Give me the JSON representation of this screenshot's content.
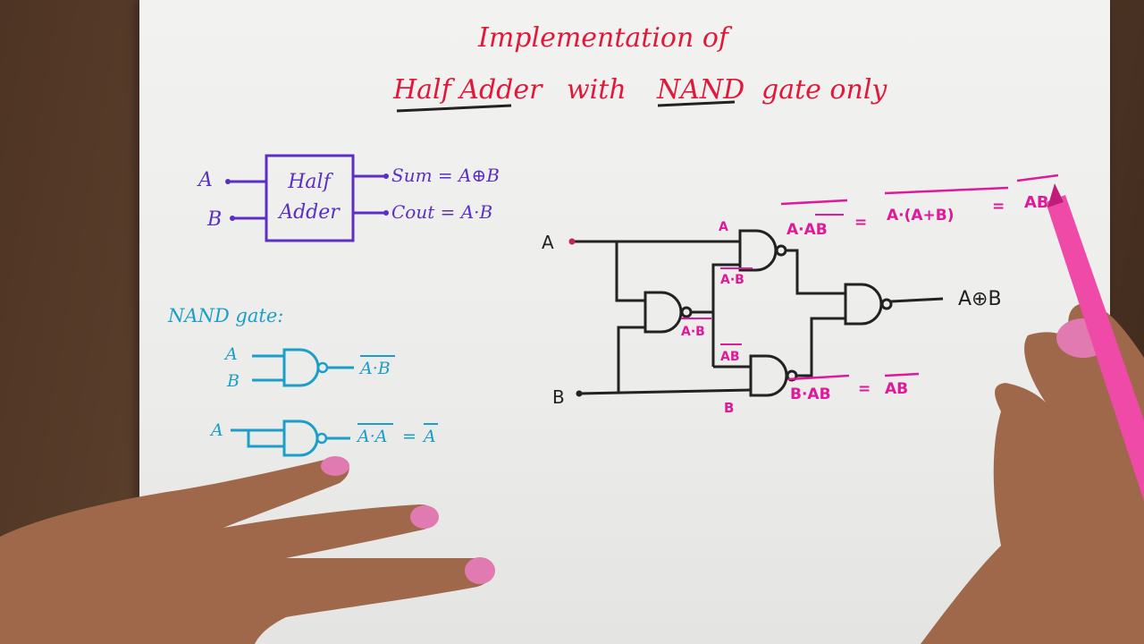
{
  "title": {
    "line1": "Implementation of",
    "line2_part1": "Half Adder",
    "line2_part2": "with",
    "line2_part3": "NAND",
    "line2_part4": "gate only"
  },
  "block": {
    "input_a": "A",
    "input_b": "B",
    "box_line1": "Half",
    "box_line2": "Adder",
    "sum": "Sum = A⊕B",
    "carry": "Cout = A·B"
  },
  "nand_section": {
    "heading": "NAND gate:",
    "ex1_a": "A",
    "ex1_b": "B",
    "ex1_out": "A·B",
    "ex2_in": "A",
    "ex2_out_left": "A·A",
    "ex2_out_eq": "=",
    "ex2_out_right": "A"
  },
  "circuit": {
    "input_a": "A",
    "input_b": "B",
    "top_gate_in_a": "A",
    "top_gate_in_ab": "A·B",
    "first_gate_out": "A·B",
    "bottom_gate_in_ab": "AB",
    "bottom_gate_in_b": "B",
    "output": "A⊕B",
    "top_expr_1": "A·AB",
    "top_expr_eq1": "=",
    "top_expr_2": "A·(A+B)",
    "top_expr_eq2": "=",
    "top_expr_3": "AB",
    "bottom_expr_1": "B·AB",
    "bottom_expr_eq": "=",
    "bottom_expr_2": "AB"
  },
  "colors": {
    "title": "#e0193a",
    "block_diagram": "#5a2fc4",
    "nand_examples": "#1b9ec9",
    "annotations": "#e0199a",
    "wires": "#222222"
  }
}
